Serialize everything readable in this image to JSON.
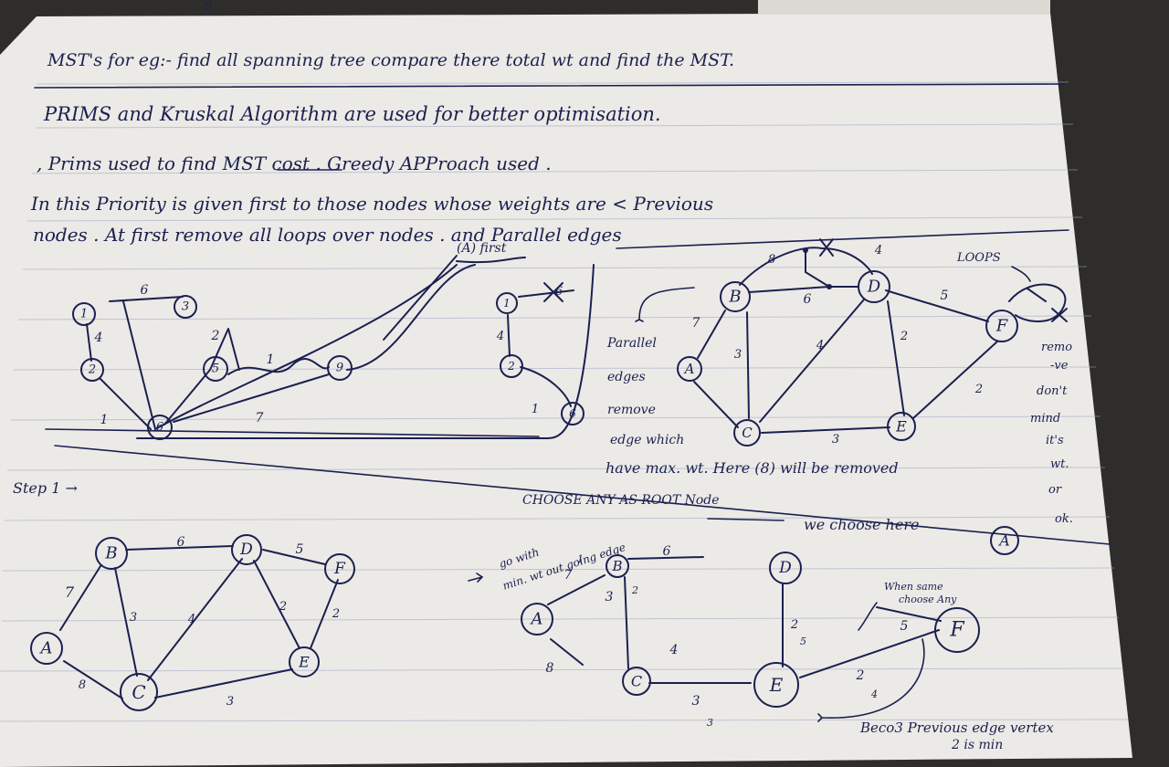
{
  "header_fragment": "6",
  "lines": {
    "l1": "MST's  for eg:-  find all  spanning tree  compare there total wt  and find the MST.",
    "l2": "PRIMS   and Kruskal   Algorithm  are used  for  better optimisation.",
    "l3": ", Prims used to find  MST cost .  Greedy APProach used .",
    "l4": "In this  Priority  is given  first to those nodes  whose weights are < Previous",
    "l5": "nodes .  At first  remove all loops  over nodes .  and Parallel edges"
  },
  "graph1": {
    "nodes": [
      "1",
      "3",
      "2",
      "5",
      "9",
      "6"
    ],
    "weights": [
      "6",
      "4",
      "2",
      "1",
      "1",
      "7"
    ]
  },
  "graph1b": {
    "first_label": "(A) first",
    "nodes": [
      "1",
      "2",
      "6"
    ],
    "weights": [
      "6",
      "4",
      "1"
    ]
  },
  "graph2": {
    "nodes": [
      "B",
      "D",
      "A",
      "F",
      "C",
      "E"
    ],
    "weights": [
      "8",
      "6",
      "4",
      "7",
      "3",
      "4",
      "2",
      "5",
      "3",
      "2"
    ],
    "loops_label": "LOOPS",
    "note_parallel": [
      "Parallel",
      "edges",
      "remove",
      "edge which"
    ],
    "note_bottom": "have  max. wt.  Here (8) will be removed",
    "note_right": [
      "remo",
      "-ve",
      "don't",
      "mind",
      "it's",
      "wt.",
      "or",
      "ok."
    ]
  },
  "step1": {
    "label": "Step 1 →",
    "nodes": [
      "B",
      "D",
      "F",
      "A",
      "E",
      "C"
    ],
    "weights": [
      "6",
      "5",
      "7",
      "3",
      "4",
      "2",
      "2",
      "8",
      "3"
    ]
  },
  "step2": {
    "title": "CHOOSE  ANY  AS ROOT Node",
    "title_suffix": "we choose here",
    "root": "A",
    "note_goto": [
      "go with",
      "min. wt out going edge"
    ],
    "nodes": [
      "B",
      "D",
      "A",
      "F",
      "C",
      "E"
    ],
    "weights": [
      "6",
      "7",
      "3",
      "4",
      "8",
      "2",
      "5",
      "2",
      "3"
    ],
    "ticks": [
      "1",
      "2",
      "5",
      "4",
      "3"
    ],
    "note_same": [
      "When same",
      "choose Any"
    ],
    "note_bottom": "Beco3 Previous  edge vertex",
    "note_bottom2": "2 is min"
  }
}
